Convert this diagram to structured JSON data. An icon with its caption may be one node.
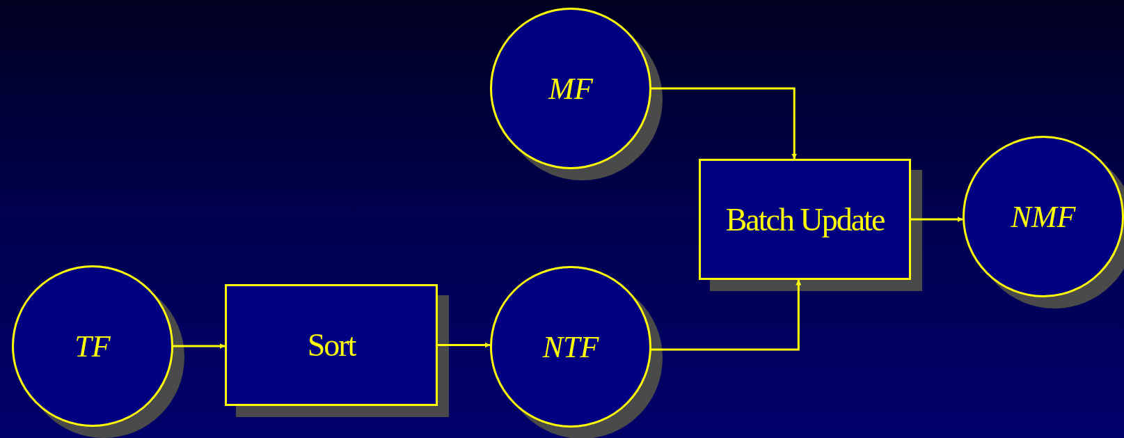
{
  "diagram": {
    "nodes": [
      {
        "text": [
          "MF"
        ]
      },
      {
        "text": [
          "Batch Update"
        ]
      },
      {
        "text": [
          "NMF"
        ]
      },
      {
        "text": [
          "TF"
        ]
      },
      {
        "text": [
          "Sort"
        ]
      },
      {
        "text": [
          "NTF"
        ]
      }
    ],
    "edges": [
      {
        "from": 3,
        "to": 4,
        "arrow": "to"
      },
      {
        "from": 4,
        "to": 5,
        "arrow": "to"
      },
      {
        "from": 5,
        "to": 1,
        "arrow": "to"
      },
      {
        "from": 0,
        "to": 1,
        "arrow": "to"
      },
      {
        "from": 1,
        "to": 2,
        "arrow": "to"
      }
    ]
  }
}
